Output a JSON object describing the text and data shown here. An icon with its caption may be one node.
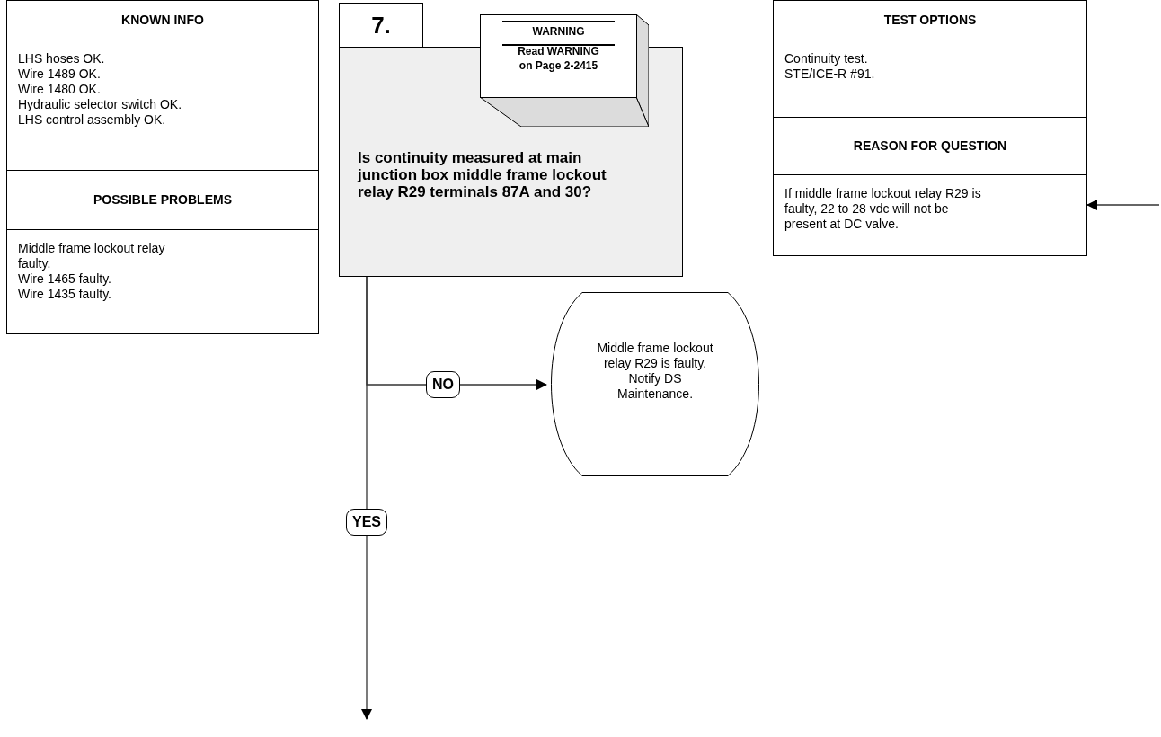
{
  "diagram": {
    "nodes": [
      {
        "text": [
          "KNOWN INFO",
          "LHS hoses OK.",
          "Wire 1489 OK.",
          "Wire 1480 OK.",
          "Hydraulic selector switch OK.",
          "LHS control assembly OK."
        ]
      },
      {
        "text": [
          "POSSIBLE PROBLEMS",
          "Middle frame lockout relay faulty.",
          "Wire 1465 faulty.",
          "Wire 1435 faulty."
        ]
      },
      {
        "text": [
          "7."
        ]
      },
      {
        "text": [
          "Is continuity measured at main junction box middle frame lockout relay R29 terminals 87A and 30?"
        ]
      },
      {
        "text": [
          "WARNING",
          "Read WARNING on Page 2-2415"
        ]
      },
      {
        "text": [
          "Middle frame lockout relay R29 is faulty. Notify DS Maintenance."
        ]
      },
      {
        "text": [
          "TEST OPTIONS",
          "Continuity test.",
          "STE/ICE-R #91."
        ]
      },
      {
        "text": [
          "REASON FOR QUESTION",
          "If middle frame lockout relay R29 is faulty, 22 to 28 vdc will not be present at DC valve."
        ]
      }
    ],
    "edges": [
      {
        "from": 3,
        "to": 5,
        "arrow": "to",
        "label": "NO"
      },
      {
        "from": 3,
        "to": null,
        "arrow": "to",
        "label": "YES"
      },
      {
        "from": null,
        "to": 7,
        "arrow": "to"
      }
    ]
  }
}
